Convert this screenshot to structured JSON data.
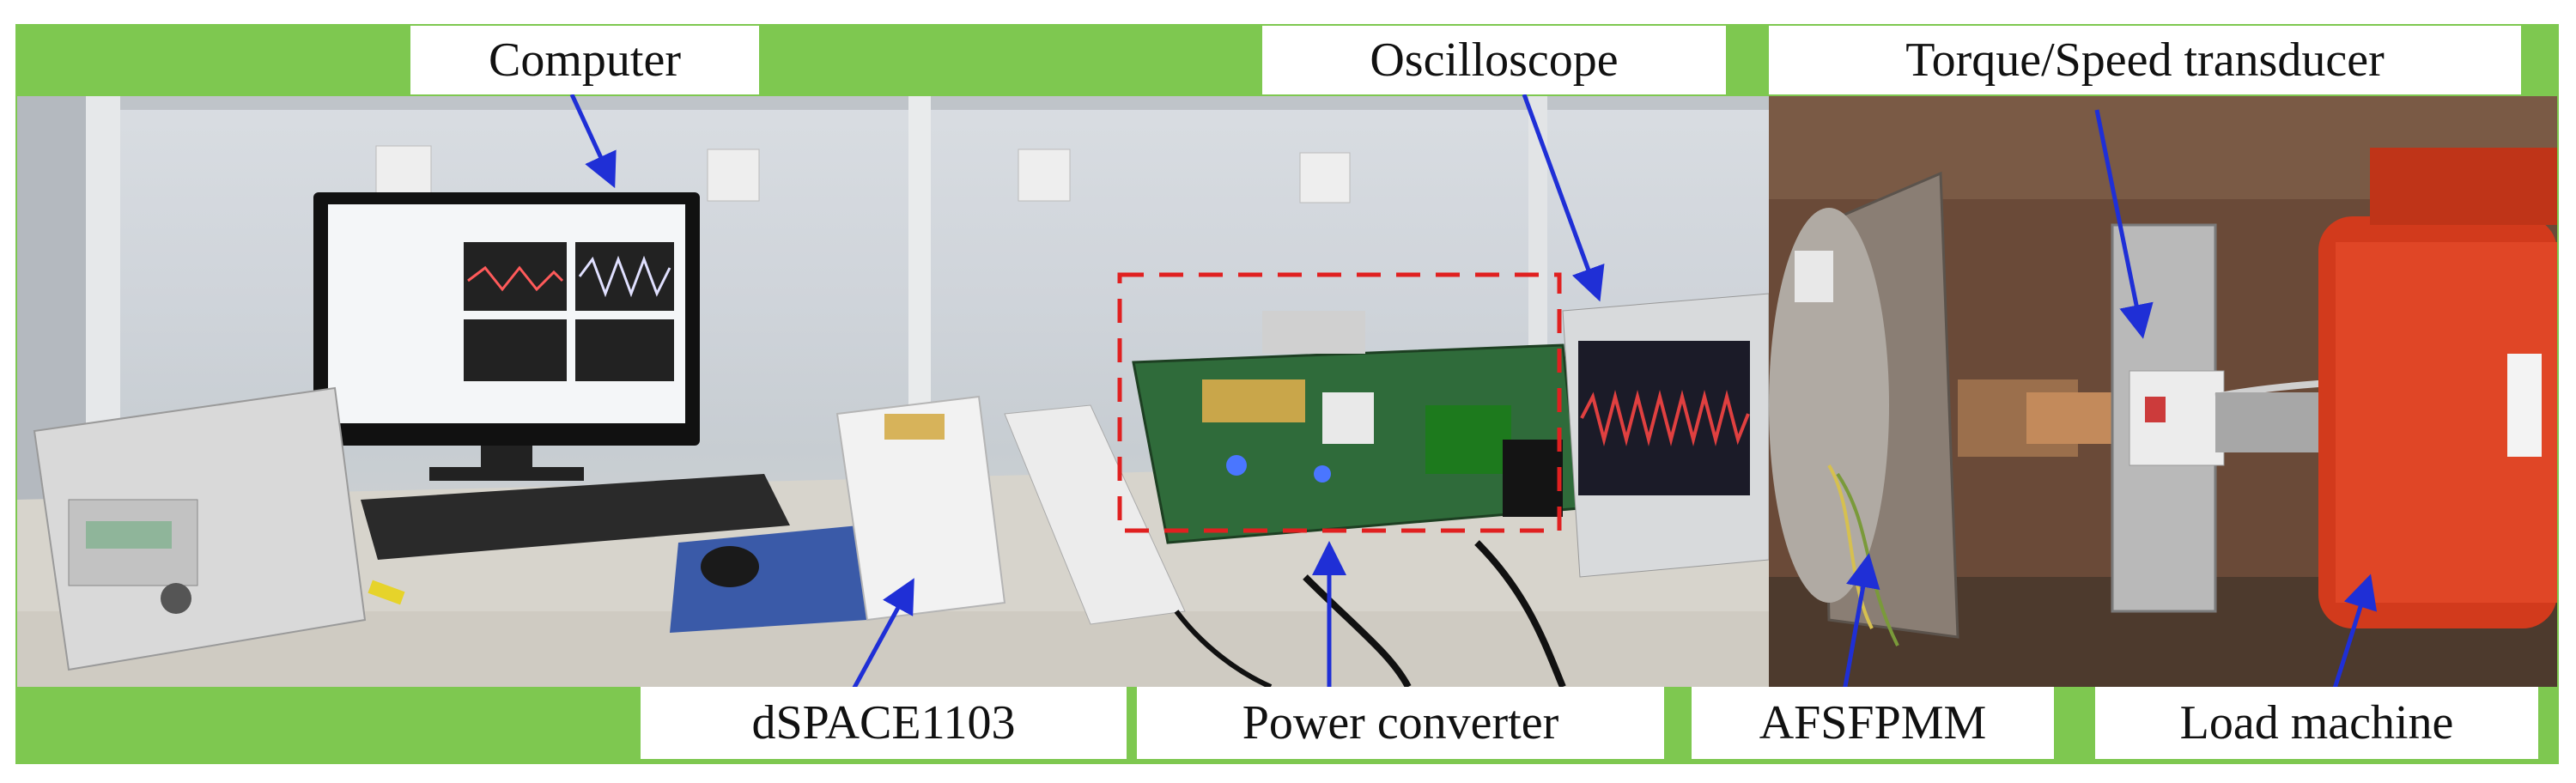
{
  "labels": {
    "computer": "Computer",
    "oscilloscope": "Oscilloscope",
    "torque_speed": "Torque/Speed transducer",
    "dspace": "dSPACE1103",
    "power_converter": "Power converter",
    "afsfpmm": "AFSFPMM",
    "load_machine": "Load machine"
  },
  "colors": {
    "frame_green": "#7ec850",
    "arrow_blue": "#1f2fd6",
    "highlight_red": "#e02020"
  }
}
